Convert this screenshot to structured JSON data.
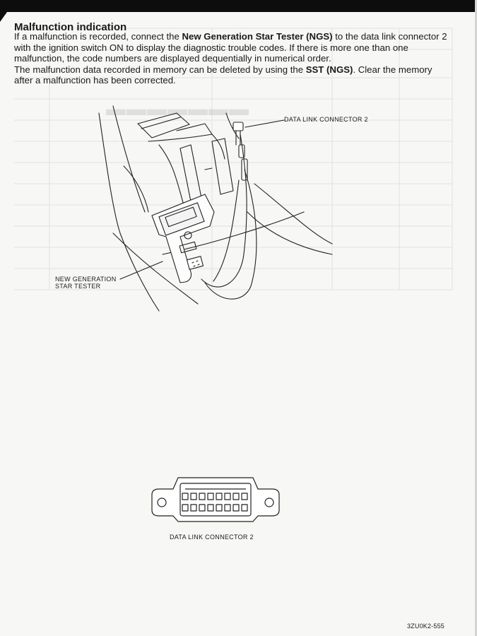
{
  "heading": "Malfunction indication",
  "paragraph1": {
    "part1": "If a malfunction is recorded, connect the ",
    "bold1": "New Generation Star Tester (NGS)",
    "part2": " to the data link connector 2 with the ignition switch ON to display the diagnostic trouble codes.  If there is more one than one malfunction, the code numbers are displayed dequentially in numerical order."
  },
  "paragraph2": {
    "part1": "The malfunction data recorded in memory can be deleted by using the ",
    "bold1": "SST (NGS)",
    "part2": ".  Clear the memory after a malfunction has been corrected."
  },
  "figure_labels": {
    "data_link_connector_top": "DATA LINK CONNECTOR 2",
    "ngs_line1": "NEW GENERATION",
    "ngs_line2": "STAR TESTER",
    "data_link_connector_bottom": "DATA LINK CONNECTOR 2"
  },
  "doc_code": "3ZU0K2-555"
}
